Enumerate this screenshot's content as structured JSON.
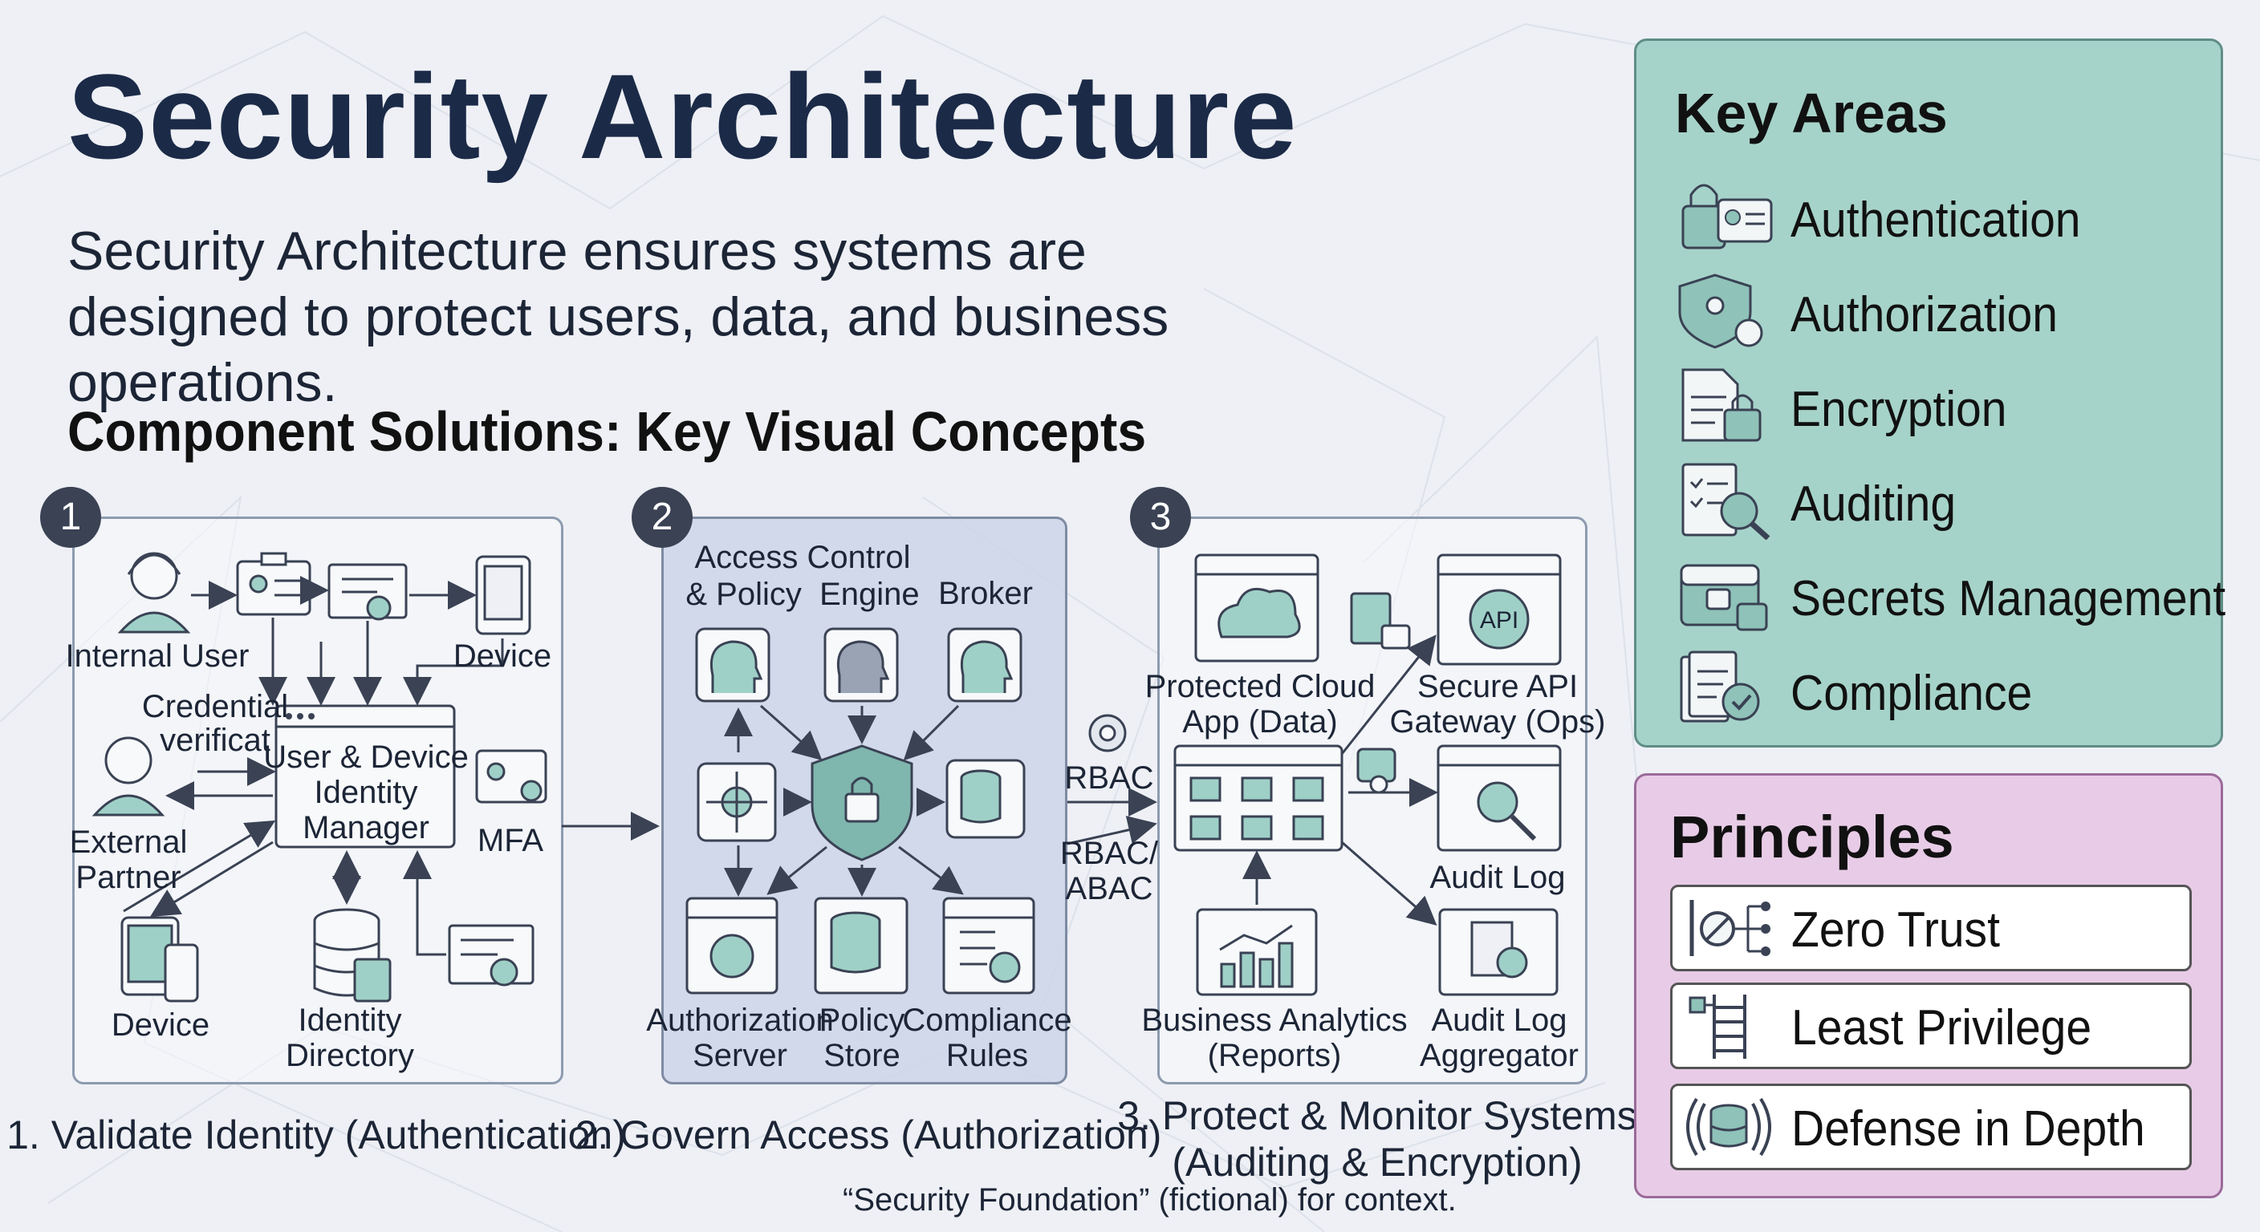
{
  "title": "Security Architecture",
  "subtitle": "Security Architecture ensures systems are designed to protect users, data, and business operations.",
  "section_heading": "Component Solutions: Key Visual Concepts",
  "panel1": {
    "number": "1",
    "internal_user": "Internal User",
    "device_top": "Device",
    "credential": "Credential\nverificat",
    "manager": "User & Device\nIdentity\nManager",
    "external_partner": "External\nPartner",
    "mfa": "MFA",
    "device_bottom": "Device",
    "identity_directory": "Identity\nDirectory",
    "caption": "1. Validate Identity (Authentication)"
  },
  "panel2": {
    "number": "2",
    "access_control": "Access Control\n& Policy  Engine",
    "broker": "Broker",
    "authorization_server": "Authorization\nServer",
    "policy_store": "Policy\nStore",
    "compliance_rules": "Compliance\nRules",
    "caption": "2. Govern Access (Authorization)"
  },
  "connectors": {
    "rbac": "RBAC",
    "rbac_abac": "RBAC/\nABAC"
  },
  "panel3": {
    "number": "3",
    "protected_cloud": "Protected Cloud\nApp (Data)",
    "secure_api": "Secure API\nGateway (Ops)",
    "api_badge": "API",
    "audit_log": "Audit Log",
    "business_analytics": "Business Analytics\n(Reports)",
    "audit_aggregator": "Audit Log\nAggregator",
    "caption": "3. Protect & Monitor Systems\n(Auditing & Encryption)"
  },
  "footnote": "“Security Foundation” (fictional) for context.",
  "key_areas": {
    "title": "Key Areas",
    "items": [
      {
        "label": "Authentication",
        "icon": "lock-id-card-icon"
      },
      {
        "label": "Authorization",
        "icon": "shield-gear-icon"
      },
      {
        "label": "Encryption",
        "icon": "document-lock-icon"
      },
      {
        "label": "Auditing",
        "icon": "checklist-magnifier-icon"
      },
      {
        "label": "Secrets Management",
        "icon": "vault-lock-icon"
      },
      {
        "label": "Compliance",
        "icon": "certificate-check-icon"
      }
    ]
  },
  "principles": {
    "title": "Principles",
    "items": [
      {
        "label": "Zero Trust",
        "icon": "zero-trust-icon"
      },
      {
        "label": "Least Privilege",
        "icon": "ladder-icon"
      },
      {
        "label": "Defense in Depth",
        "icon": "layered-database-icon"
      }
    ]
  },
  "colors": {
    "title": "#1b2a47",
    "key_areas_bg": "#a6d3c9",
    "principles_bg": "#e8cce7",
    "icon_accent": "#9fd0c7",
    "panel2_bg": "#cdd5e8"
  }
}
